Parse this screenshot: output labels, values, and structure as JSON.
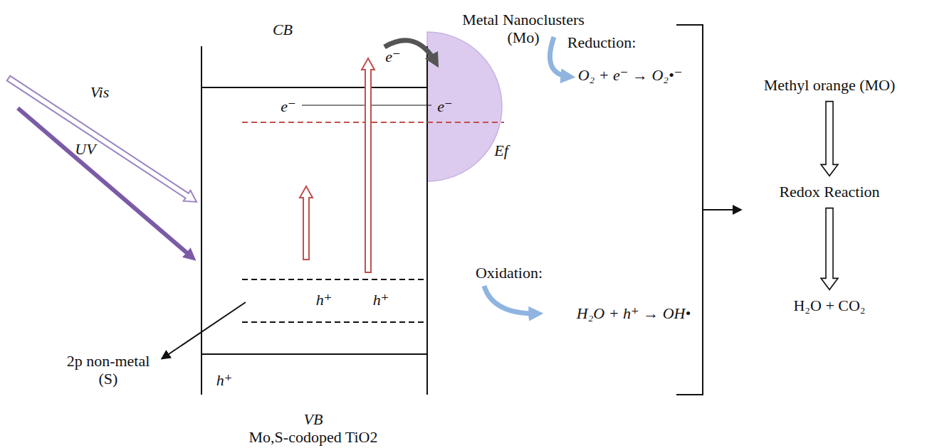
{
  "diagram": {
    "nodes": [
      {
        "text": [
          "Methyl orange (MO)"
        ]
      },
      {
        "text": [
          "Redox Reaction"
        ]
      },
      {
        "text": [
          "H₂O + CO₂"
        ]
      }
    ],
    "edges": [
      {
        "from": 0,
        "to": 1,
        "arrow": "to"
      },
      {
        "from": 1,
        "to": 2,
        "arrow": "to"
      }
    ],
    "labels": [
      "CB",
      "Metal Nanoclusters (Mo)",
      "Reduction:",
      "e⁻",
      "e⁻",
      "e⁻",
      "O₂ + e⁻ → O₂•⁻",
      "Ef",
      "Vis",
      "UV",
      "Oxidation:",
      "h⁺",
      "h⁺",
      "2p non-metal (S)",
      "H₂O + h⁺ → OH•",
      "h⁺",
      "VB",
      "Mo,S-codoped TiO2"
    ]
  }
}
